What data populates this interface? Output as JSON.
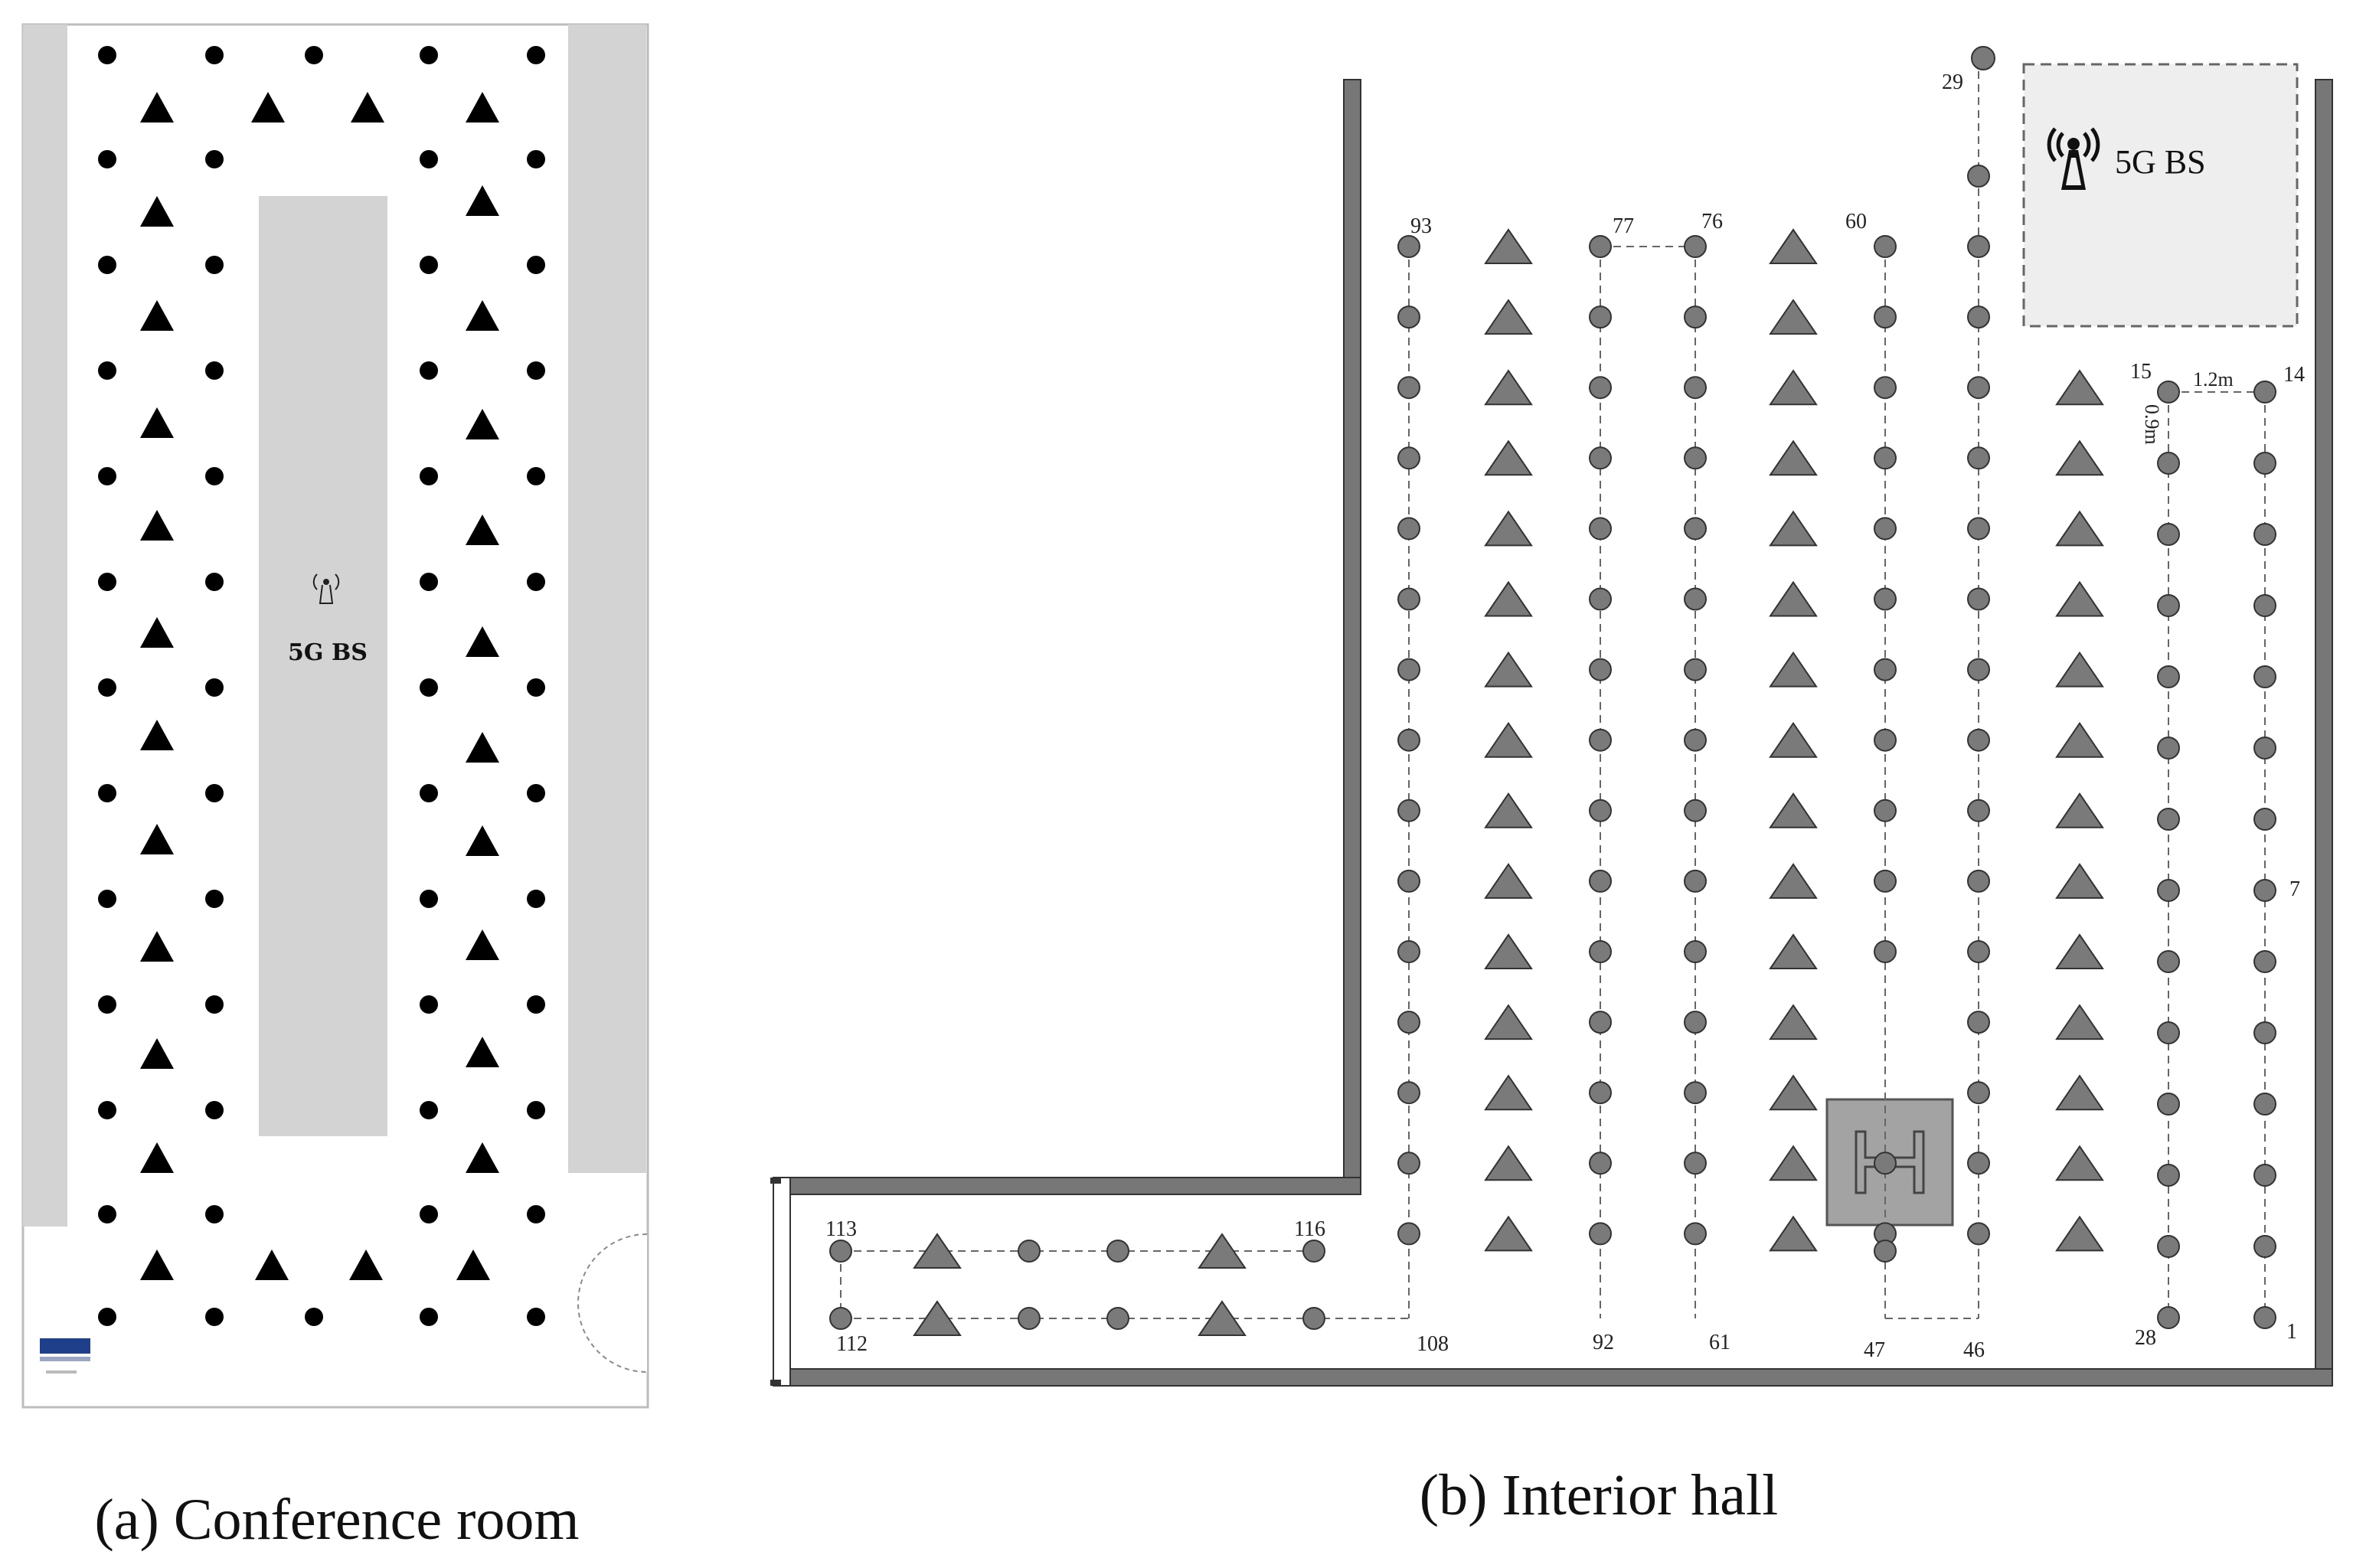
{
  "panels": {
    "conference_room": {
      "caption": "(a) Conference room",
      "bs_label": "5G BS"
    },
    "interior_hall": {
      "caption": "(b) Interior hall",
      "bs_label": "5G BS",
      "point_labels": [
        "29",
        "93",
        "77",
        "76",
        "60",
        "15",
        "14",
        "7",
        "113",
        "116",
        "112",
        "108",
        "92",
        "61",
        "47",
        "46",
        "28",
        "1"
      ],
      "dimensions": {
        "horizontal_spacing": "1.2m",
        "vertical_spacing": "0.9m"
      }
    }
  },
  "colors": {
    "room_fill": "#d3d3d3",
    "marker_a": "#000000",
    "marker_b": "#7a7a7a",
    "wall": "#777777"
  },
  "legend_icons": [
    "triangle-marker-icon",
    "circle-marker-icon",
    "antenna-icon",
    "elevator-icon"
  ]
}
